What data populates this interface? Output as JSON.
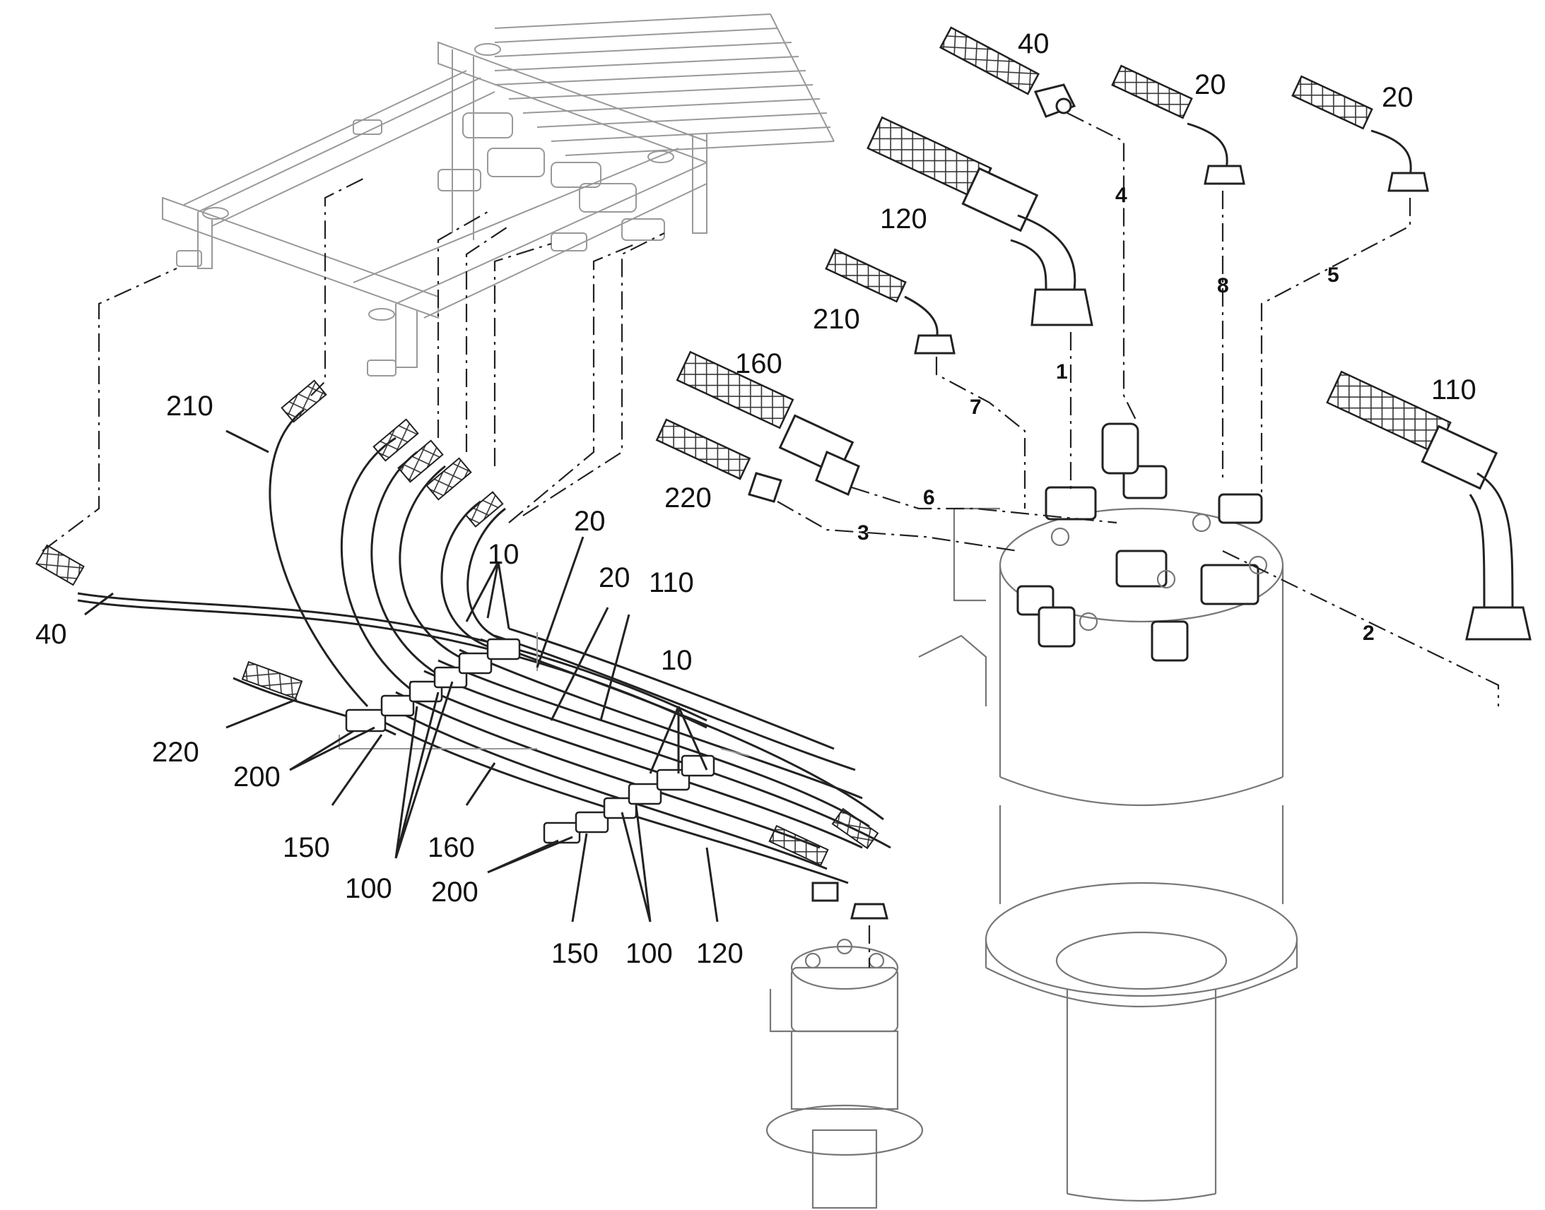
{
  "labels": {
    "hose_40_top": "40",
    "hose_20_top_a": "20",
    "hose_20_top_b": "20",
    "hose_120_top": "120",
    "hose_210_top": "210",
    "hose_160_top": "160",
    "hose_110_top": "110",
    "hose_220_top": "220",
    "hose_210_left": "210",
    "hose_40_left": "40",
    "clamp_10_a": "10",
    "hose_20_mid_a": "20",
    "hose_20_mid_b": "20",
    "hose_110_mid": "110",
    "clamp_10_b": "10",
    "hose_220_left": "220",
    "clamp_200_a": "200",
    "clamp_150_a": "150",
    "hose_160_mid": "160",
    "clamp_100_a": "100",
    "clamp_200_b": "200",
    "clamp_150_b": "150",
    "clamp_100_b": "100",
    "hose_120_mid": "120"
  },
  "ports": {
    "p1": "1",
    "p2": "2",
    "p3": "3",
    "p4": "4",
    "p5": "5",
    "p6": "6",
    "p7": "7",
    "p8": "8"
  }
}
